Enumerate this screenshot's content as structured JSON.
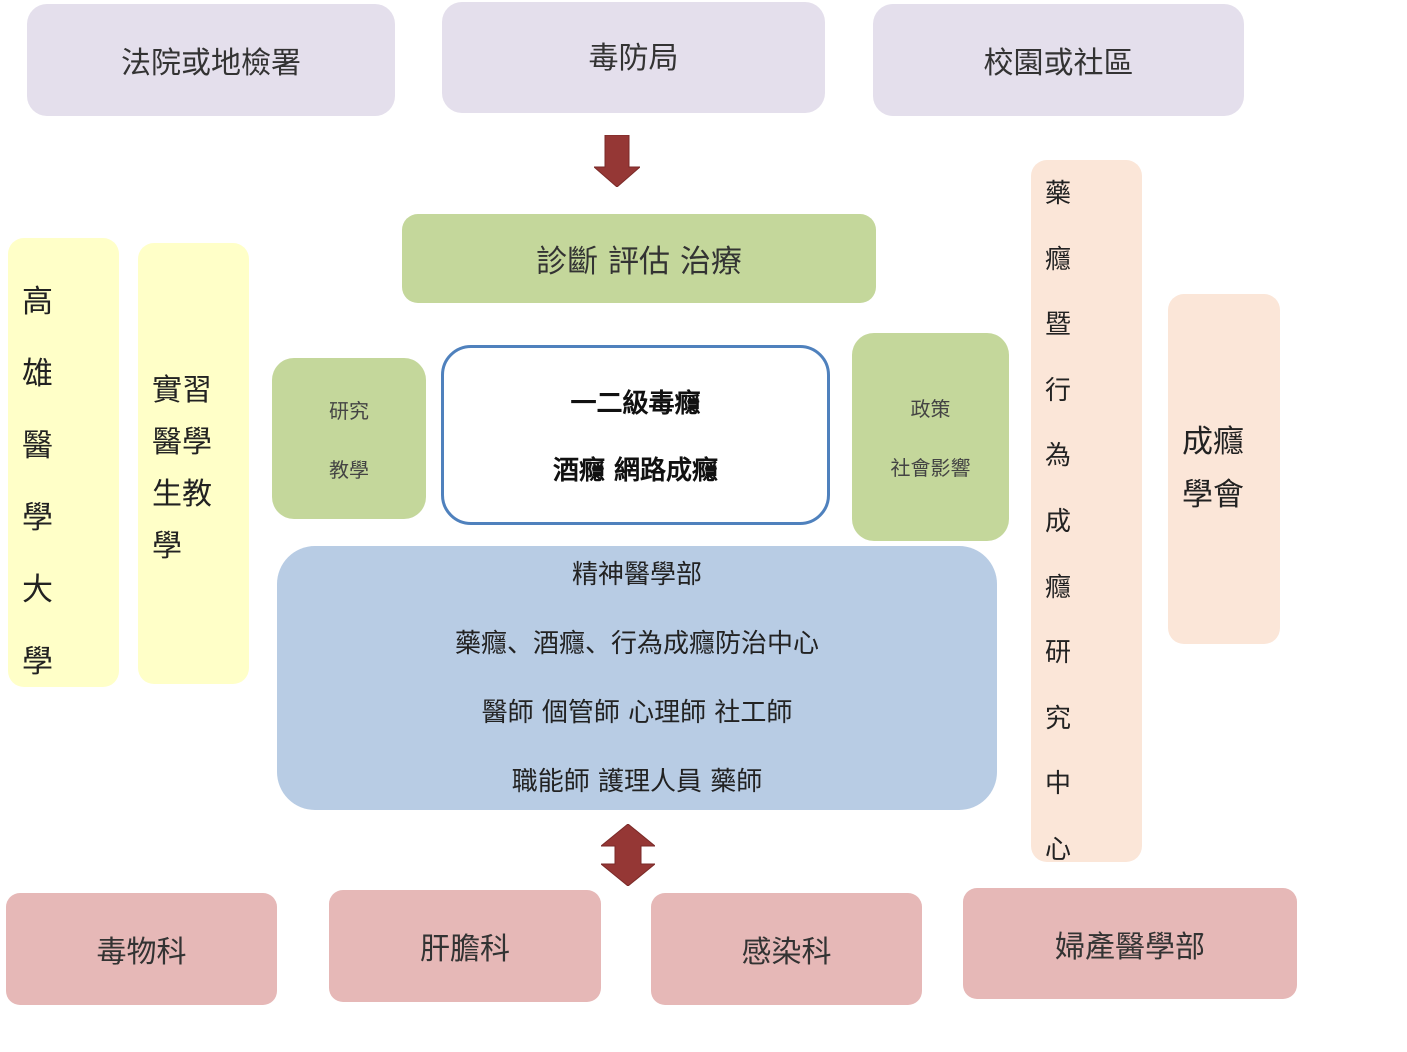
{
  "top_row": {
    "court": "法院或地檢署",
    "drug_bureau": "毒防局",
    "campus": "校園或社區"
  },
  "diagnosis": "診斷 評估 治療",
  "research": {
    "line1": "研究",
    "line2": "教學"
  },
  "policy": {
    "line1": "政策",
    "line2": "社會影響"
  },
  "center": {
    "line1": "一二級毒癮",
    "line2": "酒癮 網路成癮"
  },
  "psychiatry": {
    "line1": "精神醫學部",
    "line2": "藥癮、酒癮、行為成癮防治中心",
    "line3": "醫師 個管師 心理師 社工師",
    "line4": "職能師 護理人員 藥師"
  },
  "kmu": [
    "高",
    "雄",
    "醫",
    "學",
    "大",
    "學"
  ],
  "intern": [
    "實習",
    "醫學",
    "生教",
    "學"
  ],
  "research_center": [
    "藥",
    "癮",
    "暨",
    "行",
    "為",
    "成",
    "癮",
    "研",
    "究",
    "中",
    "心"
  ],
  "society": [
    "成癮",
    "學會"
  ],
  "bottom_row": {
    "toxicology": "毒物科",
    "hepatology": "肝膽科",
    "infection": "感染科",
    "obgyn": "婦產醫學部"
  },
  "colors": {
    "purple": "#e4dfec",
    "green": "#c4d79b",
    "yellow": "#ffffc8",
    "peach": "#fbe6d8",
    "blue": "#b8cce4",
    "pink": "#e6b8b7",
    "arrow": "#953735",
    "center_border": "#4f81bd"
  }
}
